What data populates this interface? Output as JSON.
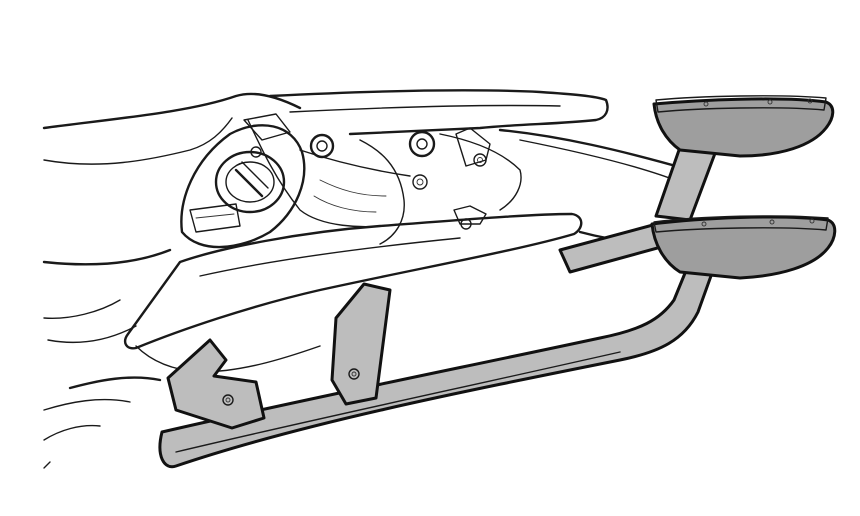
{
  "figure": {
    "corner_tag": "",
    "colors": {
      "line": "#1a1a1a",
      "rack_fill": "#bdbdbd",
      "rack_face": "#9e9e9e",
      "background": "#ffffff"
    },
    "parts": [
      "motorcycle-seat",
      "rear-bodywork",
      "fuel-cap",
      "mounting-bolt",
      "luggage-rack-frame",
      "rack-bracket",
      "rack-end-cap"
    ]
  }
}
